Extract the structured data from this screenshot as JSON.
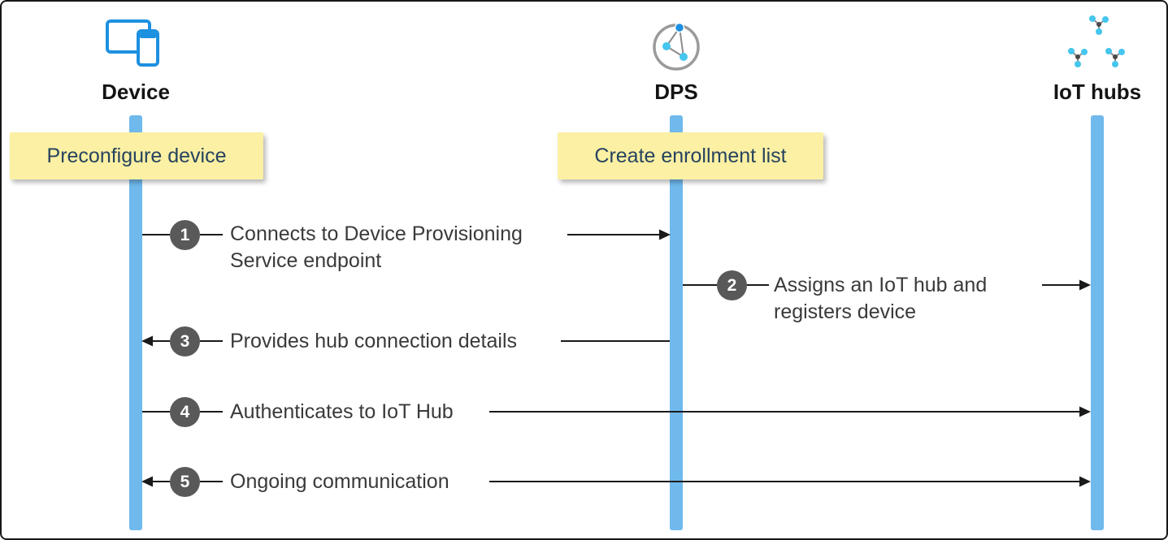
{
  "diagram": {
    "actors": [
      {
        "id": "device",
        "label": "Device",
        "icon": "device-icon"
      },
      {
        "id": "dps",
        "label": "DPS",
        "icon": "dps-icon"
      },
      {
        "id": "iot-hubs",
        "label": "IoT hubs",
        "icon": "iot-hubs-icon"
      }
    ],
    "notes": [
      {
        "actor": "device",
        "label": "Preconfigure device"
      },
      {
        "actor": "dps",
        "label": "Create enrollment list"
      }
    ],
    "steps": [
      {
        "num": "1",
        "text": "Connects to Device Provisioning Service endpoint",
        "from": "device",
        "to": "dps",
        "bidirectional": false
      },
      {
        "num": "2",
        "text": "Assigns an IoT hub and registers device",
        "from": "dps",
        "to": "iot-hubs",
        "bidirectional": false
      },
      {
        "num": "3",
        "text": "Provides hub connection details",
        "from": "dps",
        "to": "device",
        "bidirectional": false
      },
      {
        "num": "4",
        "text": "Authenticates to IoT Hub",
        "from": "device",
        "to": "iot-hubs",
        "bidirectional": false
      },
      {
        "num": "5",
        "text": "Ongoing communication",
        "from": "device",
        "to": "iot-hubs",
        "bidirectional": true
      }
    ],
    "colors": {
      "lifeline": "#6FB9ED",
      "note_bg": "#FBF0A3",
      "note_text": "#26435F",
      "badge_bg": "#595959",
      "badge_text": "#FFFFFF",
      "step_text": "#3A3A3A",
      "arrow": "#1A1A1A",
      "icon_blue": "#1D90E0",
      "icon_cyan": "#45C6EE",
      "icon_gray": "#9A9A9A"
    }
  }
}
